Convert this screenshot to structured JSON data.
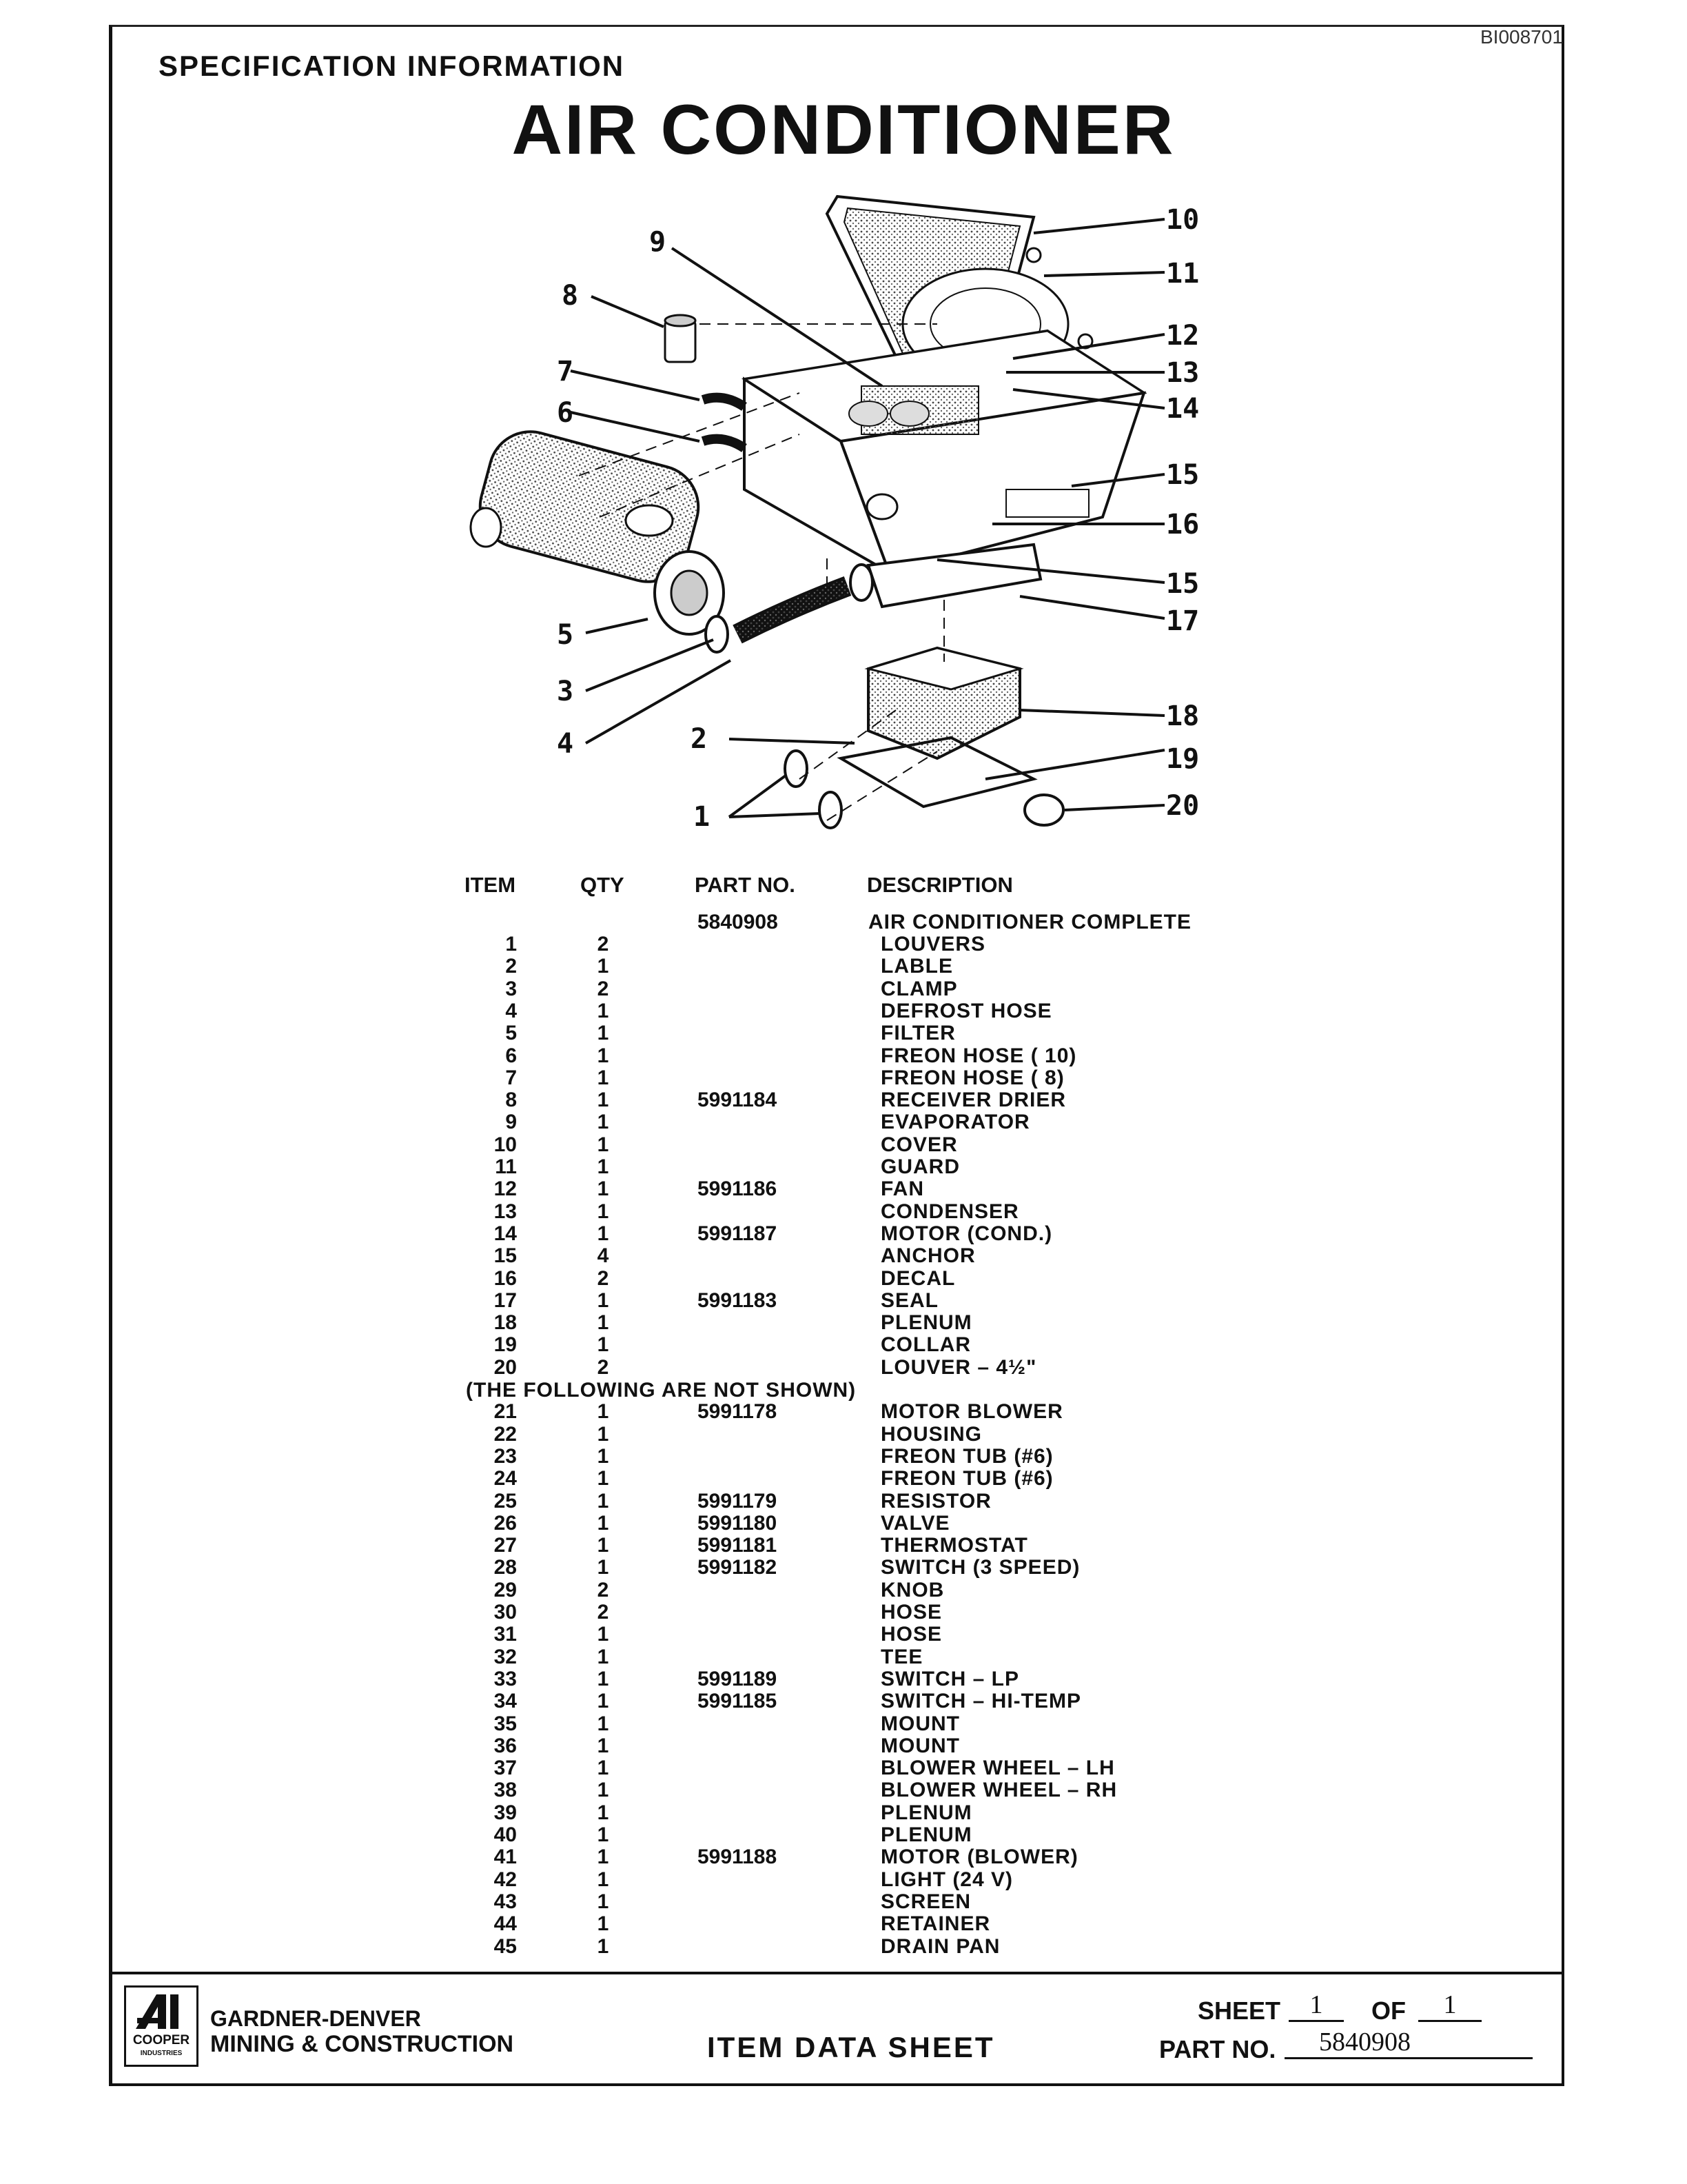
{
  "doc_id": "BI008701",
  "spec_title": "SPECIFICATION INFORMATION",
  "main_title": "AIR CONDITIONER",
  "callouts": [
    "1",
    "2",
    "3",
    "4",
    "5",
    "6",
    "7",
    "8",
    "9",
    "10",
    "11",
    "12",
    "13",
    "14",
    "15",
    "16",
    "15",
    "17",
    "18",
    "19",
    "20"
  ],
  "table": {
    "headers": {
      "item": "ITEM",
      "qty": "QTY",
      "part": "PART NO.",
      "desc": "DESCRIPTION"
    },
    "complete": {
      "part": "5840908",
      "desc": "AIR CONDITIONER COMPLETE"
    },
    "rows": [
      {
        "item": "1",
        "qty": "2",
        "part": "",
        "desc": "LOUVERS"
      },
      {
        "item": "2",
        "qty": "1",
        "part": "",
        "desc": "LABLE"
      },
      {
        "item": "3",
        "qty": "2",
        "part": "",
        "desc": "CLAMP"
      },
      {
        "item": "4",
        "qty": "1",
        "part": "",
        "desc": "DEFROST HOSE"
      },
      {
        "item": "5",
        "qty": "1",
        "part": "",
        "desc": "FILTER"
      },
      {
        "item": "6",
        "qty": "1",
        "part": "",
        "desc": "FREON HOSE (   10)"
      },
      {
        "item": "7",
        "qty": "1",
        "part": "",
        "desc": "FREON HOSE (   8)"
      },
      {
        "item": "8",
        "qty": "1",
        "part": "5991184",
        "desc": "RECEIVER DRIER"
      },
      {
        "item": "9",
        "qty": "1",
        "part": "",
        "desc": "EVAPORATOR"
      },
      {
        "item": "10",
        "qty": "1",
        "part": "",
        "desc": "COVER"
      },
      {
        "item": "11",
        "qty": "1",
        "part": "",
        "desc": "GUARD"
      },
      {
        "item": "12",
        "qty": "1",
        "part": "5991186",
        "desc": "FAN"
      },
      {
        "item": "13",
        "qty": "1",
        "part": "",
        "desc": "CONDENSER"
      },
      {
        "item": "14",
        "qty": "1",
        "part": "5991187",
        "desc": "MOTOR (COND.)"
      },
      {
        "item": "15",
        "qty": "4",
        "part": "",
        "desc": "ANCHOR"
      },
      {
        "item": "16",
        "qty": "2",
        "part": "",
        "desc": "DECAL"
      },
      {
        "item": "17",
        "qty": "1",
        "part": "5991183",
        "desc": "SEAL"
      },
      {
        "item": "18",
        "qty": "1",
        "part": "",
        "desc": "PLENUM"
      },
      {
        "item": "19",
        "qty": "1",
        "part": "",
        "desc": "COLLAR"
      },
      {
        "item": "20",
        "qty": "2",
        "part": "",
        "desc": "LOUVER – 4½\""
      }
    ],
    "not_shown_note": "(THE FOLLOWING ARE NOT SHOWN)",
    "rows2": [
      {
        "item": "21",
        "qty": "1",
        "part": "5991178",
        "desc": "MOTOR BLOWER"
      },
      {
        "item": "22",
        "qty": "1",
        "part": "",
        "desc": "HOUSING"
      },
      {
        "item": "23",
        "qty": "1",
        "part": "",
        "desc": "FREON TUB (#6)"
      },
      {
        "item": "24",
        "qty": "1",
        "part": "",
        "desc": "FREON TUB (#6)"
      },
      {
        "item": "25",
        "qty": "1",
        "part": "5991179",
        "desc": "RESISTOR"
      },
      {
        "item": "26",
        "qty": "1",
        "part": "5991180",
        "desc": "VALVE"
      },
      {
        "item": "27",
        "qty": "1",
        "part": "5991181",
        "desc": "THERMOSTAT"
      },
      {
        "item": "28",
        "qty": "1",
        "part": "5991182",
        "desc": "SWITCH (3 SPEED)"
      },
      {
        "item": "29",
        "qty": "2",
        "part": "",
        "desc": "KNOB"
      },
      {
        "item": "30",
        "qty": "2",
        "part": "",
        "desc": "HOSE"
      },
      {
        "item": "31",
        "qty": "1",
        "part": "",
        "desc": "HOSE"
      },
      {
        "item": "32",
        "qty": "1",
        "part": "",
        "desc": "TEE"
      },
      {
        "item": "33",
        "qty": "1",
        "part": "5991189",
        "desc": "SWITCH – LP"
      },
      {
        "item": "34",
        "qty": "1",
        "part": "5991185",
        "desc": "SWITCH – HI-TEMP"
      },
      {
        "item": "35",
        "qty": "1",
        "part": "",
        "desc": "MOUNT"
      },
      {
        "item": "36",
        "qty": "1",
        "part": "",
        "desc": "MOUNT"
      },
      {
        "item": "37",
        "qty": "1",
        "part": "",
        "desc": "BLOWER WHEEL – LH"
      },
      {
        "item": "38",
        "qty": "1",
        "part": "",
        "desc": "BLOWER WHEEL – RH"
      },
      {
        "item": "39",
        "qty": "1",
        "part": "",
        "desc": "PLENUM"
      },
      {
        "item": "40",
        "qty": "1",
        "part": "",
        "desc": "PLENUM"
      },
      {
        "item": "41",
        "qty": "1",
        "part": "5991188",
        "desc": "MOTOR (BLOWER)"
      },
      {
        "item": "42",
        "qty": "1",
        "part": "",
        "desc": "LIGHT (24 V)"
      },
      {
        "item": "43",
        "qty": "1",
        "part": "",
        "desc": "SCREEN"
      },
      {
        "item": "44",
        "qty": "1",
        "part": "",
        "desc": "RETAINER"
      },
      {
        "item": "45",
        "qty": "1",
        "part": "",
        "desc": "DRAIN PAN"
      }
    ]
  },
  "footer": {
    "logo_text": "COOPER",
    "logo_sub": "INDUSTRIES",
    "company_line1": "GARDNER-DENVER",
    "company_line2": "MINING & CONSTRUCTION",
    "item_data_sheet": "ITEM DATA SHEET",
    "sheet_label": "SHEET",
    "sheet_num": "1",
    "of_label": "OF",
    "of_num": "1",
    "part_no_label": "PART NO.",
    "part_no": "5840908"
  }
}
